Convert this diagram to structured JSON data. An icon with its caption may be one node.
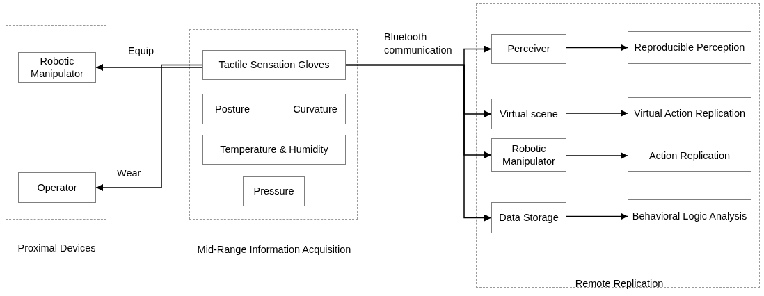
{
  "diagram": {
    "nodes": [
      {
        "text": [
          "Proximal Devices"
        ]
      },
      {
        "text": [
          "Robotic Manipulator"
        ],
        "in": 0
      },
      {
        "text": [
          "Operator"
        ],
        "in": 0
      },
      {
        "text": [
          "Mid-Range Information Acquisition"
        ]
      },
      {
        "text": [
          "Tactile Sensation Gloves"
        ],
        "in": 3
      },
      {
        "text": [
          "Posture"
        ],
        "in": 3
      },
      {
        "text": [
          "Curvature"
        ],
        "in": 3
      },
      {
        "text": [
          "Temperature & Humidity"
        ],
        "in": 3
      },
      {
        "text": [
          "Pressure"
        ],
        "in": 3
      },
      {
        "text": [
          "Remote Replication"
        ]
      },
      {
        "text": [
          "Perceiver"
        ],
        "in": 9
      },
      {
        "text": [
          "Reproducible Perception"
        ],
        "in": 9
      },
      {
        "text": [
          "Virtual scene"
        ],
        "in": 9
      },
      {
        "text": [
          "Virtual Action Replication"
        ],
        "in": 9
      },
      {
        "text": [
          "Robotic Manipulator"
        ],
        "in": 9
      },
      {
        "text": [
          "Action Replication"
        ],
        "in": 9
      },
      {
        "text": [
          "Data Storage"
        ],
        "in": 9
      },
      {
        "text": [
          "Behavioral Logic Analysis"
        ],
        "in": 9
      }
    ],
    "edges": [
      {
        "from": 4,
        "to": 1,
        "arrow": "to",
        "label": "Equip"
      },
      {
        "from": 4,
        "to": 2,
        "arrow": "to",
        "label": "Wear"
      },
      {
        "from": 4,
        "to": 10,
        "arrow": "to",
        "label": "Bluetooth communication"
      },
      {
        "from": 4,
        "to": 12,
        "arrow": "to"
      },
      {
        "from": 4,
        "to": 14,
        "arrow": "to"
      },
      {
        "from": 4,
        "to": 16,
        "arrow": "to"
      },
      {
        "from": 10,
        "to": 11,
        "arrow": "to"
      },
      {
        "from": 12,
        "to": 13,
        "arrow": "to"
      },
      {
        "from": 14,
        "to": 15,
        "arrow": "to"
      },
      {
        "from": 16,
        "to": 17,
        "arrow": "to"
      }
    ]
  }
}
